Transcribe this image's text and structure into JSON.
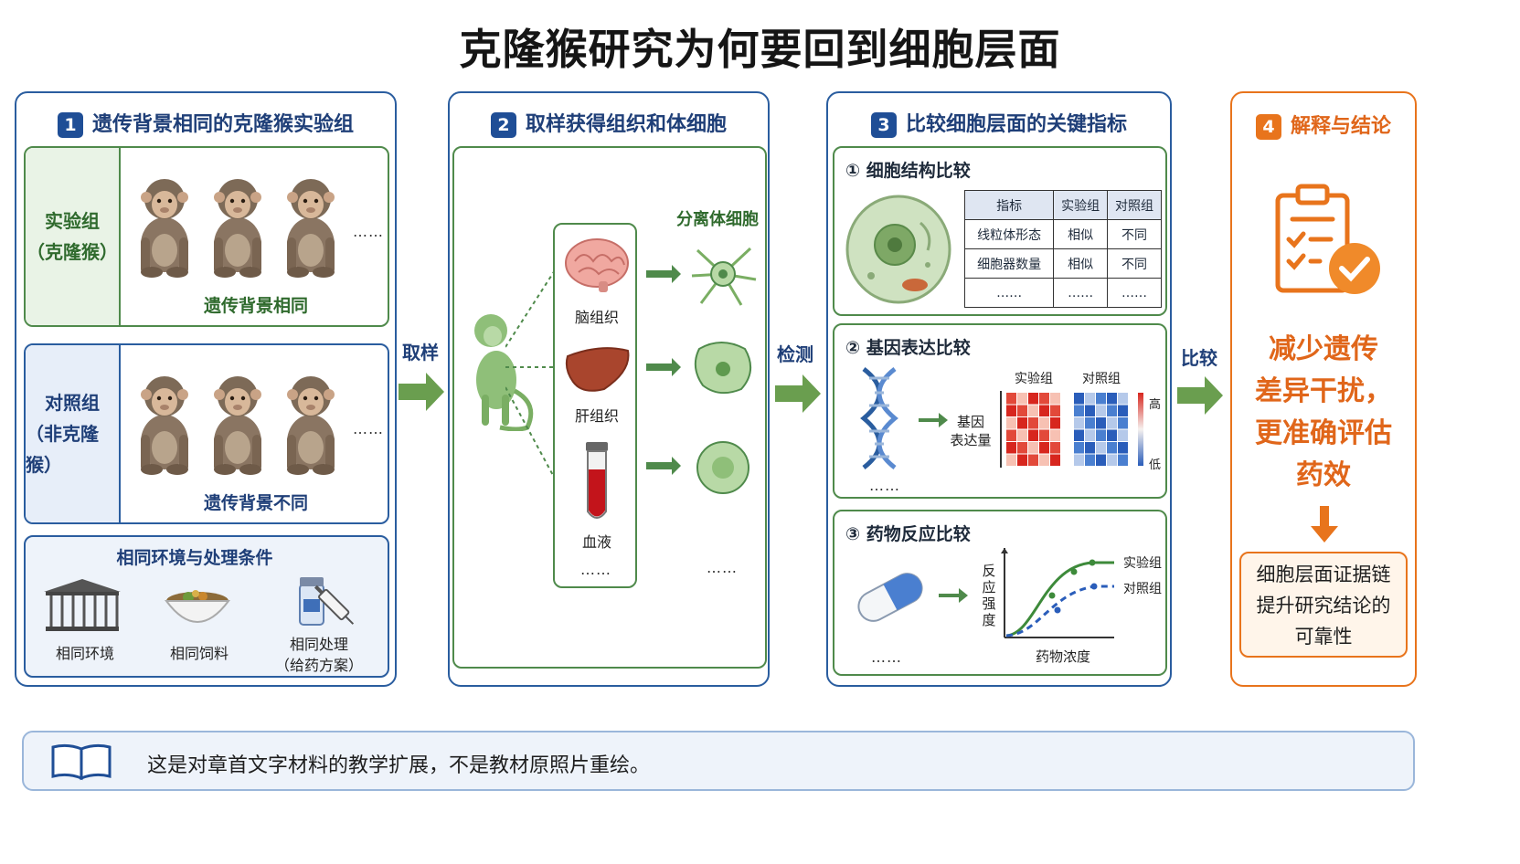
{
  "title": "克隆猴研究为何要回到细胞层面",
  "panel1": {
    "num": "1",
    "title": "遗传背景相同的克隆猴实验组",
    "exp_label_1": "实验组",
    "exp_label_2": "（克隆猴）",
    "exp_caption": "遗传背景相同",
    "ctrl_label_1": "对照组",
    "ctrl_label_2": "（非克隆猴）",
    "ctrl_caption": "遗传背景不同",
    "ellipsis": "……",
    "env_title": "相同环境与处理条件",
    "env_items": [
      "相同环境",
      "相同饲料",
      "相同处理",
      "（给药方案）"
    ]
  },
  "arrow1": "取样",
  "panel2": {
    "num": "2",
    "title": "取样获得组织和体细胞",
    "isolate_label": "分离体细胞",
    "tissues": [
      "脑组织",
      "肝组织",
      "血液"
    ],
    "ellipsis": "……"
  },
  "arrow2": "检测",
  "panel3": {
    "num": "3",
    "title": "比较细胞层面的关键指标",
    "sec1_title": "① 细胞结构比较",
    "table": {
      "headers": [
        "指标",
        "实验组",
        "对照组"
      ],
      "rows": [
        [
          "线粒体形态",
          "相似",
          "不同"
        ],
        [
          "细胞器数量",
          "相似",
          "不同"
        ],
        [
          "……",
          "……",
          "……"
        ]
      ]
    },
    "sec2_title": "② 基因表达比较",
    "gene_label_1": "基因",
    "gene_label_2": "表达量",
    "heat_exp": "实验组",
    "heat_ctrl": "对照组",
    "scale_high": "高",
    "scale_low": "低",
    "sec3_title": "③ 药物反应比较",
    "yaxis": "反应强度",
    "xaxis": "药物浓度",
    "legend_exp": "实验组",
    "legend_ctrl": "对照组",
    "ellipsis": "……"
  },
  "arrow3": "比较",
  "panel4": {
    "num": "4",
    "title": "解释与结论",
    "conclusion": [
      "减少遗传",
      "差异干扰，",
      "更准确评估",
      "药效"
    ],
    "evidence": [
      "细胞层面证据链",
      "提升研究结论的",
      "可靠性"
    ]
  },
  "footer": "这是对章首文字材料的教学扩展，不是教材原照片重绘。",
  "colors": {
    "blue": "#1f4e96",
    "green": "#4f8a4b",
    "orange": "#e8741c"
  }
}
